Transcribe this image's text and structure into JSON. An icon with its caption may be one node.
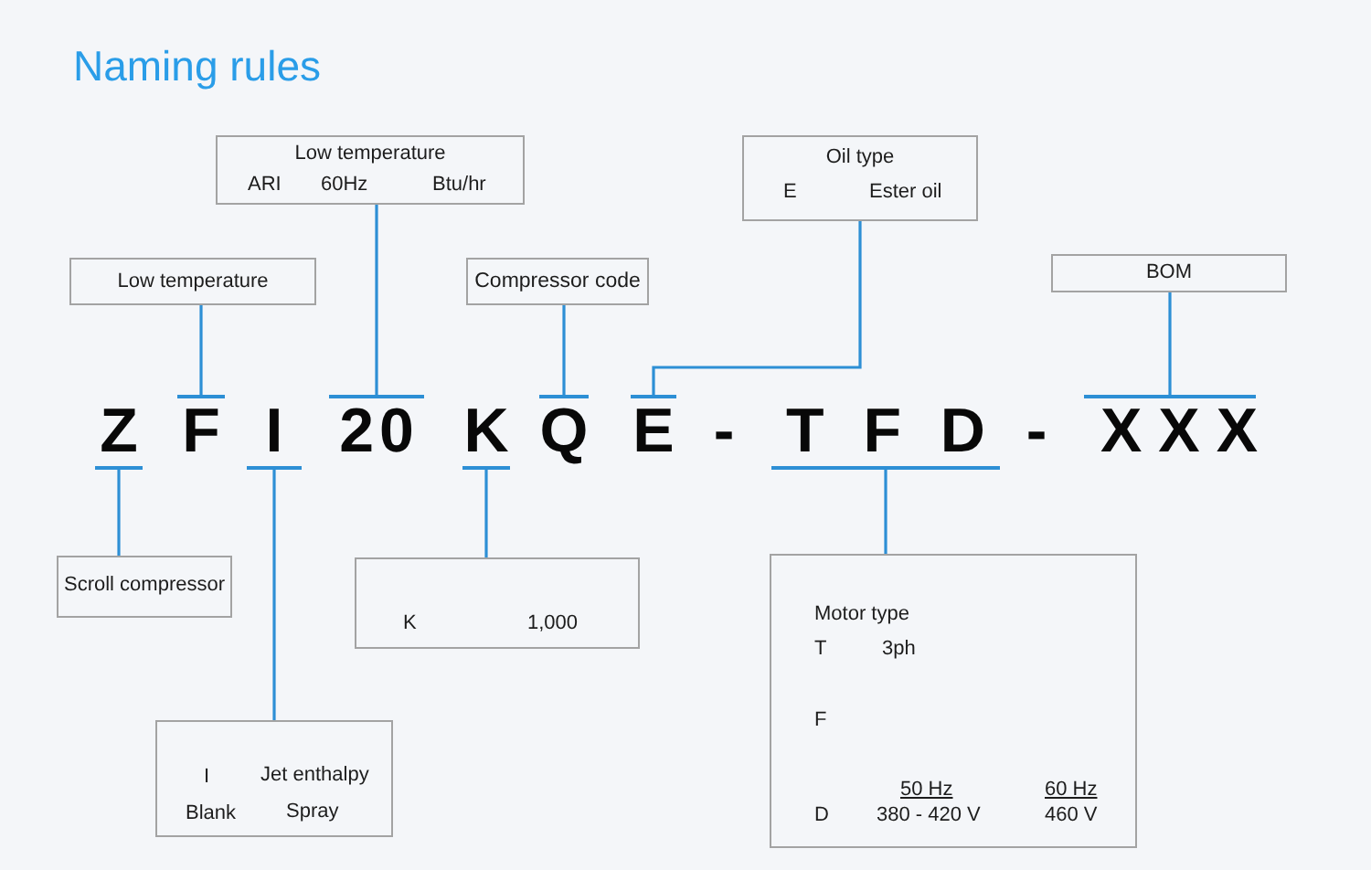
{
  "diagram": {
    "title": "Naming rules",
    "nodes": [
      {
        "text": [
          "Low temperature",
          "ARI",
          "60Hz",
          "Btu/hr"
        ]
      },
      {
        "text": [
          "Oil type",
          "E",
          "Ester oil"
        ]
      },
      {
        "text": [
          "Low temperature"
        ]
      },
      {
        "text": [
          "Compressor code"
        ]
      },
      {
        "text": [
          "BOM"
        ]
      },
      {
        "text": [
          "Z"
        ]
      },
      {
        "text": [
          "F"
        ]
      },
      {
        "text": [
          "I"
        ]
      },
      {
        "text": [
          "20"
        ]
      },
      {
        "text": [
          "K"
        ]
      },
      {
        "text": [
          "Q"
        ]
      },
      {
        "text": [
          "E"
        ]
      },
      {
        "text": [
          "T F D"
        ]
      },
      {
        "text": [
          "XXX"
        ]
      },
      {
        "text": [
          "Scroll compressor"
        ]
      },
      {
        "text": [
          "K",
          "1,000"
        ]
      },
      {
        "text": [
          "Motor type",
          "T",
          "3ph",
          "F",
          "50 Hz",
          "60 Hz",
          "D",
          "380 - 420 V",
          "460 V"
        ]
      },
      {
        "text": [
          "I",
          "Jet enthalpy",
          "Blank",
          "Spray"
        ]
      }
    ],
    "edges": [
      {
        "from": 14,
        "to": 5,
        "arrow": "other"
      },
      {
        "from": 2,
        "to": 6,
        "arrow": "other"
      },
      {
        "from": 17,
        "to": 7,
        "arrow": "other"
      },
      {
        "from": 0,
        "to": 8,
        "arrow": "other"
      },
      {
        "from": 15,
        "to": 9,
        "arrow": "other"
      },
      {
        "from": 3,
        "to": 10,
        "arrow": "other"
      },
      {
        "from": 1,
        "to": 11,
        "arrow": "other"
      },
      {
        "from": 16,
        "to": 12,
        "arrow": "other"
      },
      {
        "from": 4,
        "to": 13,
        "arrow": "other"
      }
    ],
    "labels": [
      "-",
      "-"
    ]
  }
}
